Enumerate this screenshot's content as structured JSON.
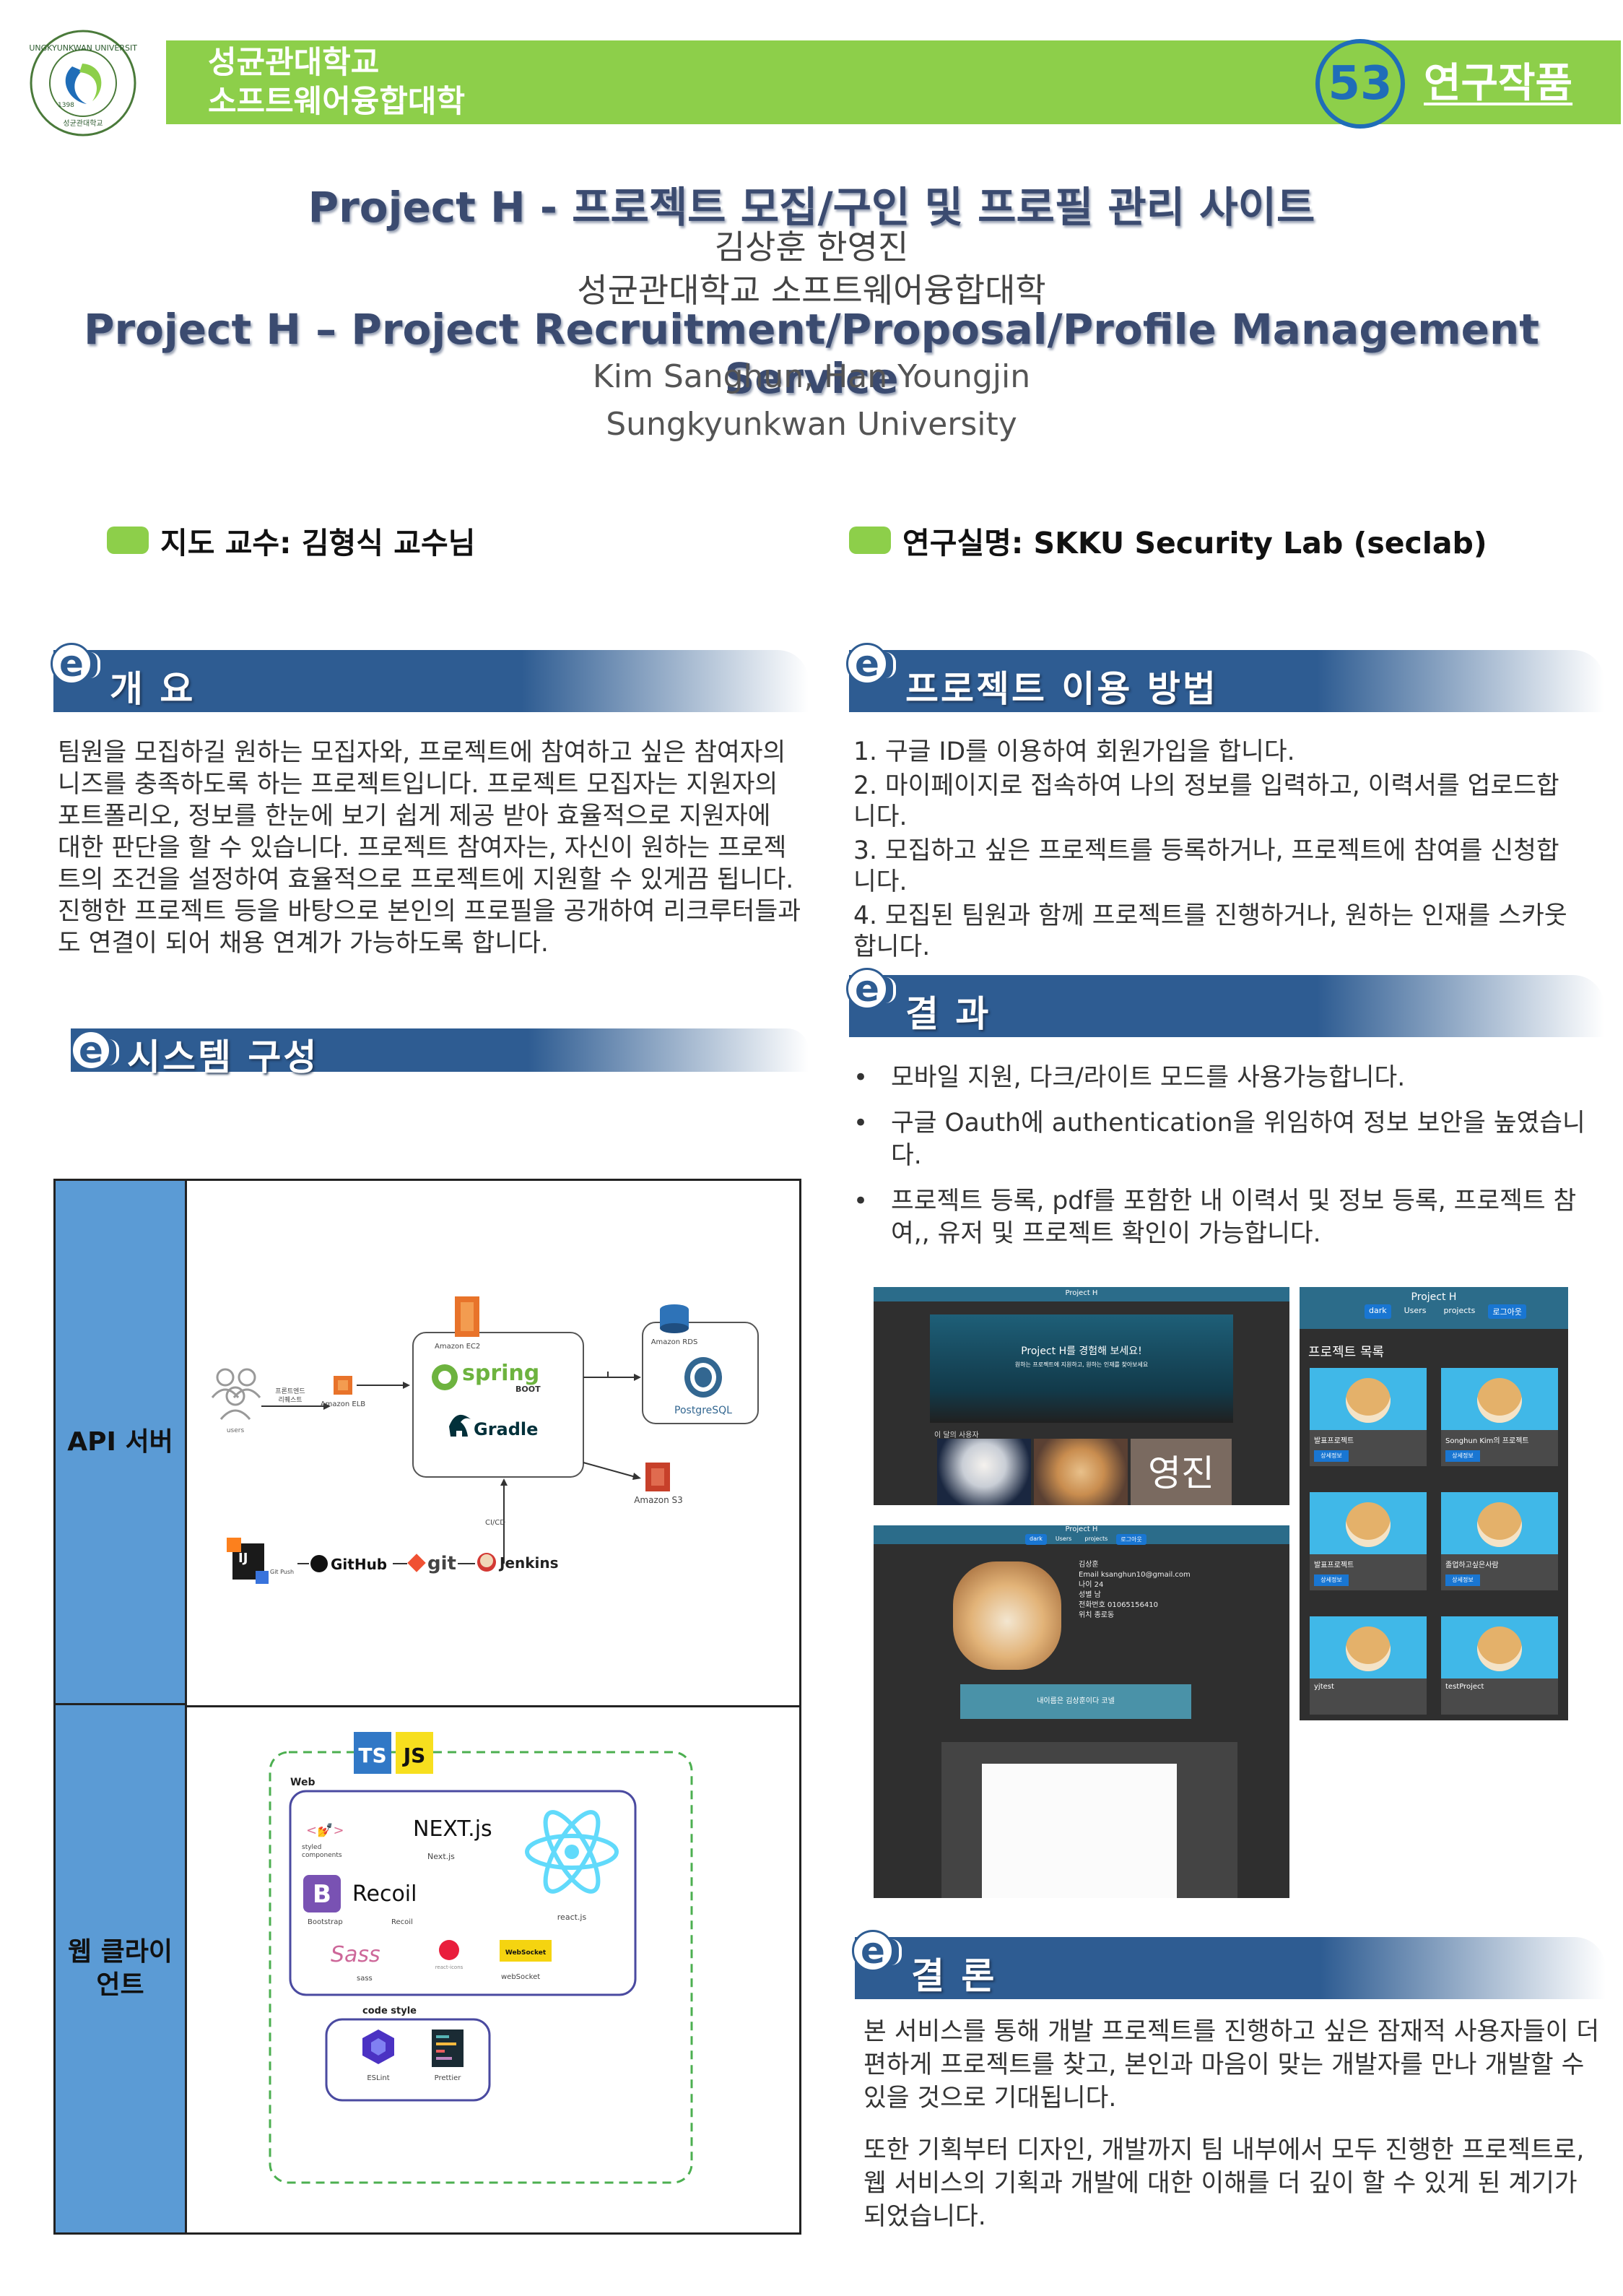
{
  "header": {
    "org_line1": "성균관대학교",
    "org_line2": "소프트웨어융합대학",
    "poster_number": "53",
    "category": "연구작품",
    "seal_text": "SUNGKYUNKWAN UNIVERSITY",
    "seal_year": "1398",
    "seal_korean": "성균관대학교"
  },
  "title": {
    "ko": "Project H - 프로젝트 모집/구인 및 프로필 관리 사이트",
    "authors_ko": "김상훈 한영진",
    "univ_ko": "성균관대학교 소프트웨어융합대학",
    "en": "Project H – Project Recruitment/Proposal/Profile Management Service",
    "authors_en": "Kim Sanghun, Han Youngjin",
    "univ_en": "Sungkyunkwan University"
  },
  "info": {
    "advisor": "지도 교수:  김형식 교수님",
    "lab": "연구실명:  SKKU Security Lab (seclab)"
  },
  "sections": {
    "overview": {
      "title": "개 요",
      "text": " 팀원을 모집하길 원하는 모집자와, 프로젝트에 참여하고 싶은 참여자의 니즈를 충족하도록 하는 프로젝트입니다. 프로젝트 모집자는 지원자의 포트폴리오, 정보를 한눈에 보기 쉽게 제공 받아 효율적으로 지원자에 대한 판단을 할 수 있습니다. 프로젝트 참여자는, 자신이 원하는 프로젝트의 조건을 설정하여 효율적으로 프로젝트에 지원할 수 있게끔 됩니다. 진행한 프로젝트 등을 바탕으로 본인의 프로필을 공개하여 리크루터들과도 연결이 되어 채용 연계가 가능하도록 합니다."
    },
    "system": {
      "title": "시스템 구성"
    },
    "usage": {
      "title": "프로젝트 이용 방법",
      "steps": [
        "1. 구글 ID를 이용하여 회원가입을 합니다.",
        "2. 마이페이지로 접속하여 나의 정보를 입력하고, 이력서를 업로드합니다.",
        "3. 모집하고 싶은 프로젝트를 등록하거나, 프로젝트에 참여를 신청합니다.",
        "4. 모집된 팀원과 함께 프로젝트를 진행하거나, 원하는 인재를 스카웃합니다."
      ]
    },
    "results": {
      "title": "결 과",
      "items": [
        "모바일 지원, 다크/라이트 모드를 사용가능합니다.",
        "구글 Oauth에  authentication을 위임하여 정보 보안을 높였습니다.",
        "프로젝트 등록, pdf를 포함한 내 이력서 및 정보 등록, 프로젝트 참여,, 유저 및 프로젝트 확인이 가능합니다."
      ]
    },
    "conclusion": {
      "title": "결 론",
      "paragraphs": [
        "본 서비스를 통해 개발 프로젝트를 진행하고 싶은 잠재적 사용자들이 더 편하게 프로젝트를 찾고, 본인과 마음이 맞는 개발자를 만나 개발할 수 있을 것으로 기대됩니다.",
        "또한 기획부터 디자인, 개발까지 팀 내부에서 모두 진행한 프로젝트로, 웹 서비스의 기획과 개발에 대한 이해를 더 깊이 할 수 있게 된 계기가 되었습니다."
      ]
    }
  },
  "architecture": {
    "api_label": "API 서버",
    "web_label_line1": "웹 클라이",
    "web_label_line2": "언트",
    "api": {
      "users": "users",
      "frontend_req_1": "프론트엔드",
      "frontend_req_2": "리퀘스트",
      "elb": "Amazon ELB",
      "ec2": "Amazon EC2",
      "spring": "spring",
      "spring_boot": "BOOT",
      "gradle": "Gradle",
      "rds": "Amazon RDS",
      "postgres": "PostgreSQL",
      "s3": "Amazon S3",
      "cicd": "CI/CD",
      "git_push": "Git Push",
      "ij": "IJ",
      "github": "GitHub",
      "git": "git",
      "jenkins": "Jenkins"
    },
    "web": {
      "ts": "TS",
      "js": "JS",
      "web": "Web",
      "styled_1": "styled",
      "styled_2": "components",
      "next_logo": "NEXT.js",
      "nextjs": "Next.js",
      "react": "react.js",
      "bootstrap_b": "B",
      "bootstrap": "Bootstrap",
      "recoil_logo": "Recoil",
      "recoil": "Recoil",
      "sass_logo": "Sass",
      "sass": "sass",
      "react_icons": "react-icons",
      "websocket_logo": "WebSocket",
      "websocket": "webSocket",
      "code_style": "code style",
      "eslint": "ESLint",
      "prettier": "Prettier"
    }
  },
  "screenshots": {
    "shot1": {
      "bar": "Project H",
      "hero_title": "Project H를 경험해 보세요!",
      "hero_sub": "원하는 프로젝트에 지원하고, 원하는 인재를 찾아보세요",
      "caption": "이 달의 사용자",
      "name": "영진"
    },
    "shot2": {
      "title": "Project H",
      "tabs": [
        "dark",
        "Users",
        "projects",
        "로그아웃"
      ],
      "list_title": "프로젝트 목록",
      "cards": [
        "발표프로젝트",
        "Songhun Kim의 프로젝트",
        "발표프로젝트",
        "졸업하고싶은사람",
        "yjtest",
        "testProject"
      ],
      "detail_btn": "상세정보"
    },
    "shot3": {
      "bar": "Project H",
      "tabs": [
        "dark",
        "Users",
        "projects",
        "로그아웃"
      ],
      "info": [
        "김상훈",
        "Email   ksanghun10@gmail.com",
        "나이   24",
        "성별   남",
        "전화번호  01065156410",
        "위치   종로동"
      ],
      "box_text": "내이름은 김상훈이다 코넬"
    }
  },
  "colors": {
    "green": "#8dcf4a",
    "blue": "#1f6db8",
    "section_blue": "#2e5c92",
    "side_blue": "#5b9bd5"
  }
}
